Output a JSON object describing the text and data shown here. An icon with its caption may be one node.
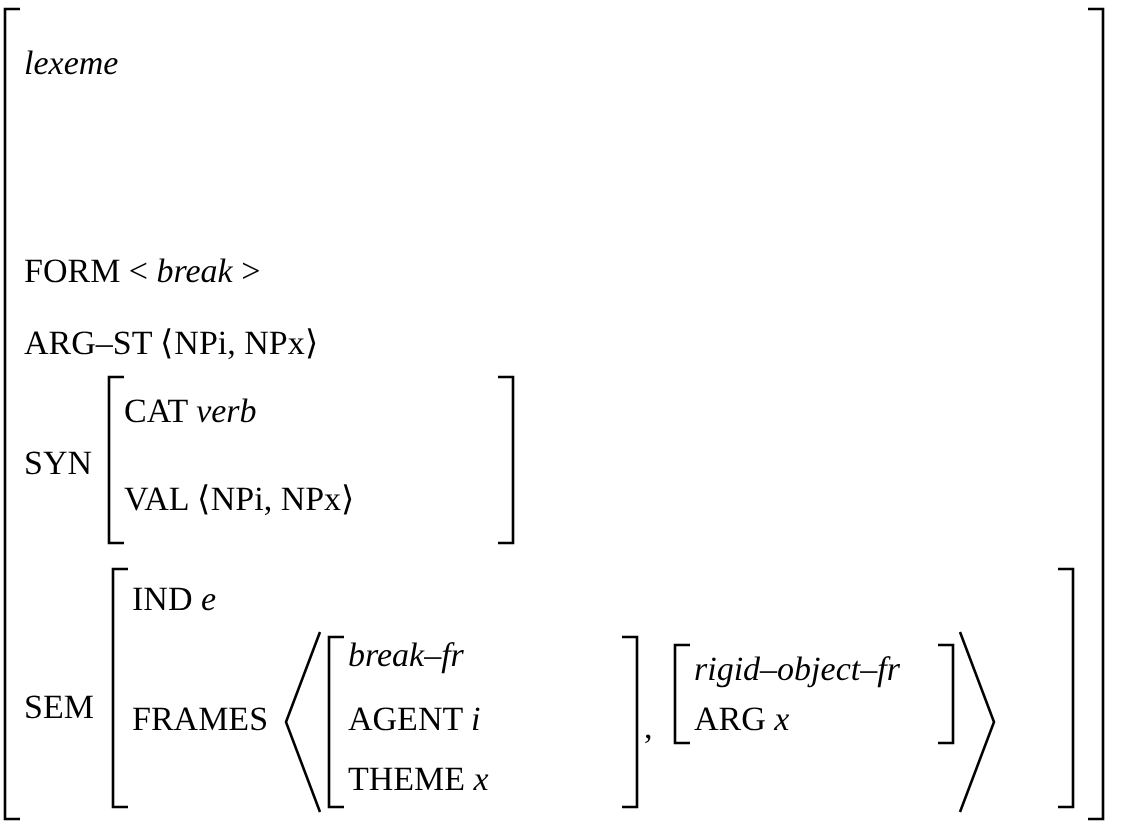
{
  "diagram": {
    "nodes": [
      {
        "text": [
          "lexeme",
          "FORM < *break* >",
          "ARG–ST ⟨NPi, NPx⟩"
        ]
      },
      {
        "text": [
          "SYN",
          "CAT *verb*",
          "VAL ⟨NPi, NPx⟩"
        ],
        "in": 0
      },
      {
        "text": [
          "SEM",
          "IND *e*",
          "FRAMES"
        ],
        "in": 0
      },
      {
        "text": [
          "break–fr",
          "AGENT *i*",
          "THEME *x*"
        ],
        "in": 2
      },
      {
        "text": [
          "rigid–object–fr",
          "ARG *x*"
        ],
        "in": 2
      }
    ],
    "labels": [
      ","
    ]
  }
}
